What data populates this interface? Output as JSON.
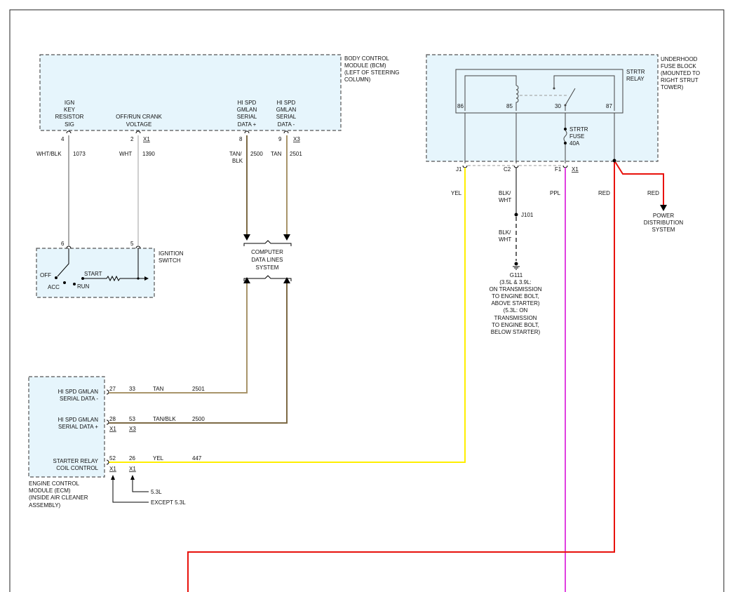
{
  "bcm": {
    "name": [
      "BODY CONTROL",
      "MODULE (BCM)",
      "(LEFT OF STEERING",
      "COLUMN)"
    ],
    "pin4": {
      "num": "4",
      "label": [
        "IGN",
        "KEY",
        "RESISTOR",
        "SIG"
      ]
    },
    "pin2": {
      "num": "2",
      "conn": "X1",
      "label": [
        "OFF/RUN CRANK",
        "VOLTAGE"
      ]
    },
    "pin8": {
      "num": "8",
      "label": [
        "HI SPD",
        "GMLAN",
        "SERIAL",
        "DATA +"
      ]
    },
    "pin9": {
      "num": "9",
      "conn": "X3",
      "label": [
        "HI SPD",
        "GMLAN",
        "SERIAL",
        "DATA -"
      ]
    }
  },
  "wires_top": {
    "w1073": {
      "color": "WHT/BLK",
      "circuit": "1073"
    },
    "w1390": {
      "color": "WHT",
      "circuit": "1390"
    },
    "w2500": {
      "color": [
        "TAN/",
        "BLK"
      ],
      "circuit": "2500"
    },
    "w2501": {
      "color": "TAN",
      "circuit": "2501"
    }
  },
  "ignition": {
    "name": [
      "IGNITION",
      "SWITCH"
    ],
    "pin6": "6",
    "pin5": "5",
    "off": "OFF",
    "acc": "ACC",
    "run": "RUN",
    "start": "START"
  },
  "cdl": {
    "name": [
      "COMPUTER",
      "DATA LINES",
      "SYSTEM"
    ]
  },
  "fuse_block": {
    "name": [
      "UNDERHOOD",
      "FUSE BLOCK",
      "(MOUNTED TO",
      "RIGHT STRUT",
      "TOWER)"
    ],
    "relay": [
      "STRTR",
      "RELAY"
    ],
    "pins": [
      "86",
      "85",
      "30",
      "87"
    ],
    "fuse": [
      "STRTR",
      "FUSE",
      "40A"
    ],
    "conn_j1": "J1",
    "conn_c2": "C2",
    "conn_f1": "F1",
    "conn_x1": "X1"
  },
  "right_wires": {
    "yel": "YEL",
    "blkwht1": [
      "BLK/",
      "WHT"
    ],
    "splice": "J101",
    "blkwht2": [
      "BLK/",
      "WHT"
    ],
    "ppl": "PPL",
    "red1": "RED",
    "red2": "RED"
  },
  "ground": {
    "name": "G111",
    "desc": [
      "(3.5L & 3.9L:",
      "ON TRANSMISSION",
      "TO ENGINE BOLT,",
      "ABOVE STARTER)",
      "(5.3L: ON",
      "TRANSMISSION",
      "TO ENGINE BOLT,",
      "BELOW STARTER)"
    ]
  },
  "pds": {
    "name": [
      "POWER",
      "DISTRIBUTION",
      "SYSTEM"
    ]
  },
  "ecm": {
    "name": [
      "ENGINE CONTROL",
      "MODULE (ECM)",
      "(INSIDE AIR CLEANER",
      "ASSEMBLY)"
    ],
    "r1": {
      "label": [
        "HI SPD GMLAN",
        "SERIAL DATA -"
      ],
      "pinA": "27",
      "pinB": "33",
      "color": "TAN",
      "circuit": "2501"
    },
    "r2": {
      "label": [
        "HI SPD GMLAN",
        "SERIAL DATA +"
      ],
      "pinA": "28",
      "pinB": "53",
      "connA": "X1",
      "connB": "X3",
      "color": "TAN/BLK",
      "circuit": "2500"
    },
    "r3": {
      "label": [
        "STARTER RELAY",
        "COIL CONTROL"
      ],
      "pinA": "52",
      "pinB": "26",
      "connA": "X1",
      "connB": "X1",
      "color": "YEL",
      "circuit": "447"
    },
    "note_53": "5.3L",
    "note_except": "EXCEPT 5.3L"
  }
}
